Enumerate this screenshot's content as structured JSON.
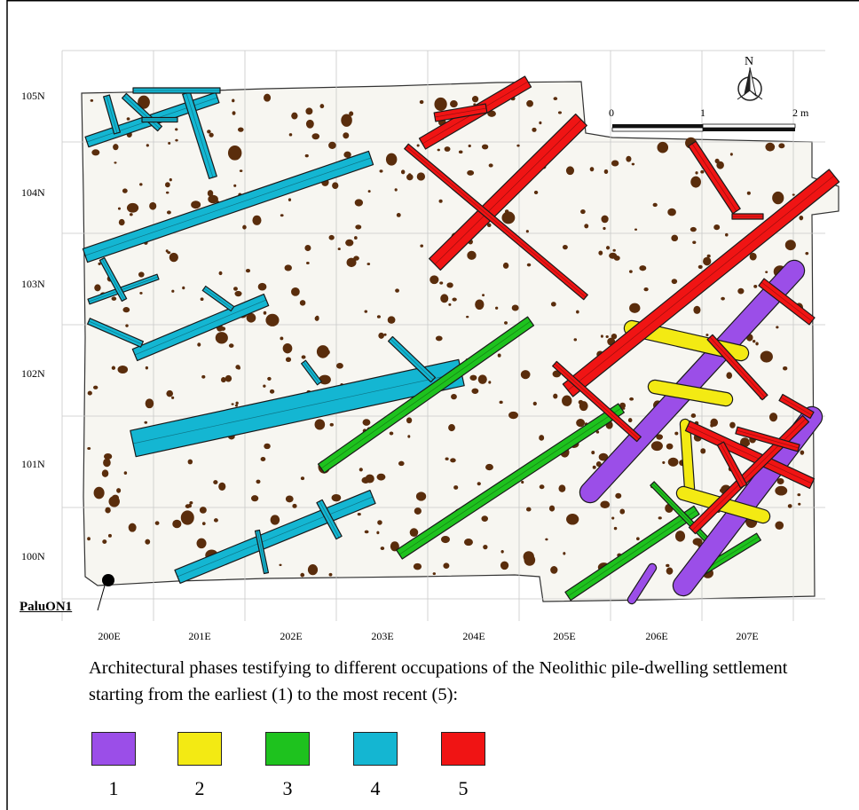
{
  "y_labels": [
    "105N",
    "104N",
    "103N",
    "102N",
    "101N",
    "100N"
  ],
  "x_labels": [
    "200E",
    "201E",
    "202E",
    "203E",
    "204E",
    "205E",
    "206E",
    "207E"
  ],
  "site_label": "PaluON1",
  "north_label": "N",
  "scale": {
    "labels": [
      "0",
      "1",
      "2 m"
    ]
  },
  "caption": "Architectural phases testifying to different occupations of the Neolithic pile-dwelling settlement starting from the earliest (1) to the most recent (5):",
  "legend": [
    {
      "number": "1",
      "color": "#9b4ee8"
    },
    {
      "number": "2",
      "color": "#f3ea13"
    },
    {
      "number": "3",
      "color": "#1ec21e"
    },
    {
      "number": "4",
      "color": "#14b6d2"
    },
    {
      "number": "5",
      "color": "#f01414"
    }
  ],
  "colors": {
    "excavation_fill": "#f7f6f1",
    "grid": "#c8c8c8",
    "post": "#5a2d0c"
  }
}
